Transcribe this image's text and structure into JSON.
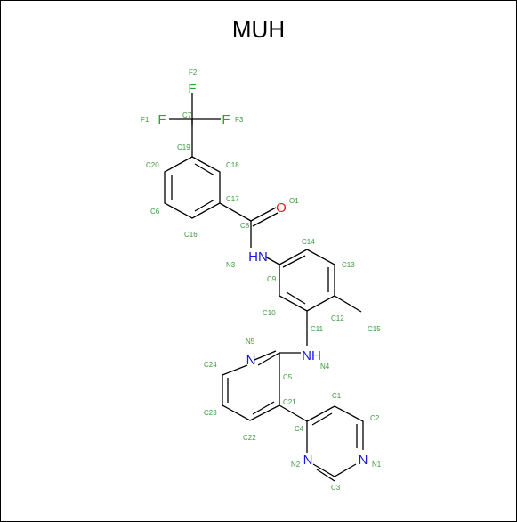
{
  "title": "MUH",
  "colors": {
    "carbon_label": "#3a9a3a",
    "fluorine": "#2aa82a",
    "nitrogen": "#1a1adc",
    "oxygen": "#e02020",
    "bond": "#000000"
  },
  "atoms": [
    {
      "id": "F2",
      "symbol": "F",
      "label": "F2"
    },
    {
      "id": "F1",
      "symbol": "F",
      "label": "F1"
    },
    {
      "id": "F3",
      "symbol": "F",
      "label": "F3"
    },
    {
      "id": "C7",
      "symbol": "C",
      "label": "C7"
    },
    {
      "id": "C19",
      "symbol": "C",
      "label": "C19"
    },
    {
      "id": "C20",
      "symbol": "C",
      "label": "C20"
    },
    {
      "id": "C18",
      "symbol": "C",
      "label": "C18"
    },
    {
      "id": "C17",
      "symbol": "C",
      "label": "C17"
    },
    {
      "id": "O1",
      "symbol": "O",
      "label": "O1"
    },
    {
      "id": "C6",
      "symbol": "C",
      "label": "C6"
    },
    {
      "id": "C16",
      "symbol": "C",
      "label": "C16"
    },
    {
      "id": "C8",
      "symbol": "C",
      "label": "C8"
    },
    {
      "id": "C14",
      "symbol": "C",
      "label": "C14"
    },
    {
      "id": "HN3",
      "symbol": "HN",
      "label": "N3"
    },
    {
      "id": "C9",
      "symbol": "C",
      "label": "C9"
    },
    {
      "id": "C13",
      "symbol": "C",
      "label": "C13"
    },
    {
      "id": "C10",
      "symbol": "C",
      "label": "C10"
    },
    {
      "id": "C12",
      "symbol": "C",
      "label": "C12"
    },
    {
      "id": "C15",
      "symbol": "C",
      "label": "C15"
    },
    {
      "id": "C11",
      "symbol": "C",
      "label": "C11"
    },
    {
      "id": "N5",
      "symbol": "N",
      "label": "N5"
    },
    {
      "id": "C24",
      "symbol": "C",
      "label": "C24"
    },
    {
      "id": "NH4",
      "symbol": "NH",
      "label": "N4"
    },
    {
      "id": "C5",
      "symbol": "C",
      "label": "C5"
    },
    {
      "id": "C1",
      "symbol": "C",
      "label": "C1"
    },
    {
      "id": "C21",
      "symbol": "C",
      "label": "C21"
    },
    {
      "id": "C23",
      "symbol": "C",
      "label": "C23"
    },
    {
      "id": "C2",
      "symbol": "C",
      "label": "C2"
    },
    {
      "id": "C4",
      "symbol": "C",
      "label": "C4"
    },
    {
      "id": "C22",
      "symbol": "C",
      "label": "C22"
    },
    {
      "id": "N2",
      "symbol": "N",
      "label": "N2"
    },
    {
      "id": "N1",
      "symbol": "N",
      "label": "N1"
    },
    {
      "id": "C3",
      "symbol": "C",
      "label": "C3"
    }
  ]
}
